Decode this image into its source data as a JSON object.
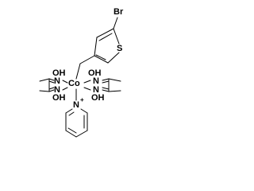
{
  "molecule": {
    "atoms": {
      "bromine": "Br",
      "sulfur": "S",
      "cobalt": "Co",
      "pyridinium_n": "N",
      "pyridinium_charge": "+",
      "oh_upper_left": "OH",
      "n_upper_left": "N",
      "n_lower_left": "N",
      "oh_lower_left": "OH",
      "oh_upper_right": "OH",
      "n_upper_right": "N",
      "n_lower_right": "N",
      "oh_lower_right": "OH"
    }
  }
}
